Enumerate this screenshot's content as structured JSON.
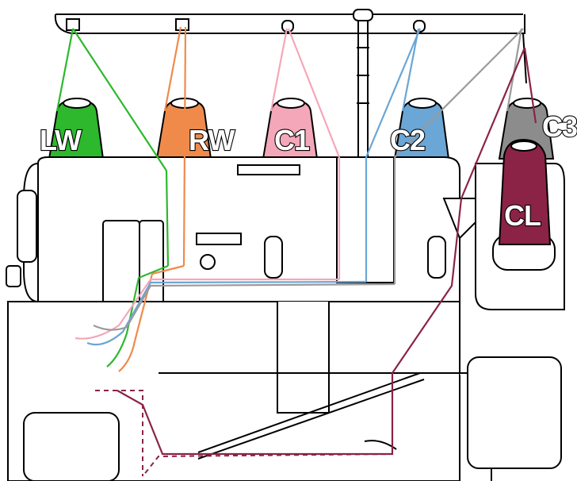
{
  "labels": {
    "lw": "LW",
    "rw": "RW",
    "c1": "C1",
    "c2": "C2",
    "c3": "C3",
    "cl": "CL"
  },
  "colors": {
    "lw": "#2db82d",
    "rw": "#f08a4b",
    "c1": "#f4a7b9",
    "c2": "#6aa6d6",
    "c3": "#8c8c8c",
    "cl": "#8b2346"
  }
}
